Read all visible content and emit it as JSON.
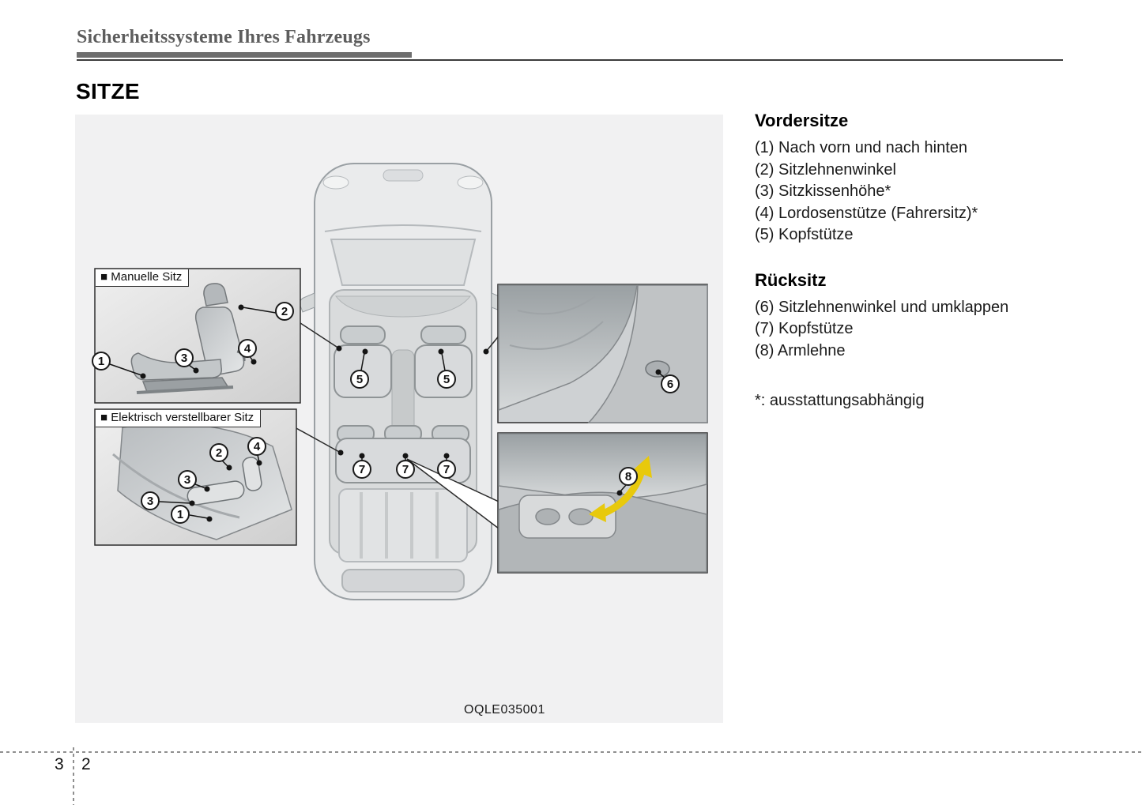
{
  "header": {
    "title": "Sicherheitssysteme Ihres Fahrzeugs"
  },
  "page": {
    "section_title": "SITZE"
  },
  "figure": {
    "code": "OQLE035001",
    "insets": {
      "manual": {
        "label": "■ Manuelle Sitz",
        "callouts": [
          "1",
          "2",
          "3",
          "4"
        ]
      },
      "power": {
        "label": "■ Elektrisch verstellbarer Sitz",
        "callouts": [
          "2",
          "4",
          "3",
          "3",
          "1"
        ]
      },
      "rear": {
        "callout": "6"
      },
      "armrest": {
        "callout": "8"
      }
    },
    "car": {
      "front_callouts": [
        "5",
        "5"
      ],
      "rear_callouts": [
        "7",
        "7",
        "7"
      ]
    }
  },
  "content": {
    "front": {
      "heading": "Vordersitze",
      "items": [
        "(1) Nach vorn und nach hinten",
        "(2) Sitzlehnenwinkel",
        "(3) Sitzkissenhöhe*",
        "(4) Lordosenstütze (Fahrersitz)*",
        "(5) Kopfstütze"
      ]
    },
    "rear": {
      "heading": "Rücksitz",
      "items": [
        "(6) Sitzlehnenwinkel und umklappen",
        "(7) Kopfstütze",
        "(8) Armlehne"
      ]
    },
    "footnote": "*: ausstattungsabhängig"
  },
  "footer": {
    "chapter": "3",
    "page": "2"
  }
}
